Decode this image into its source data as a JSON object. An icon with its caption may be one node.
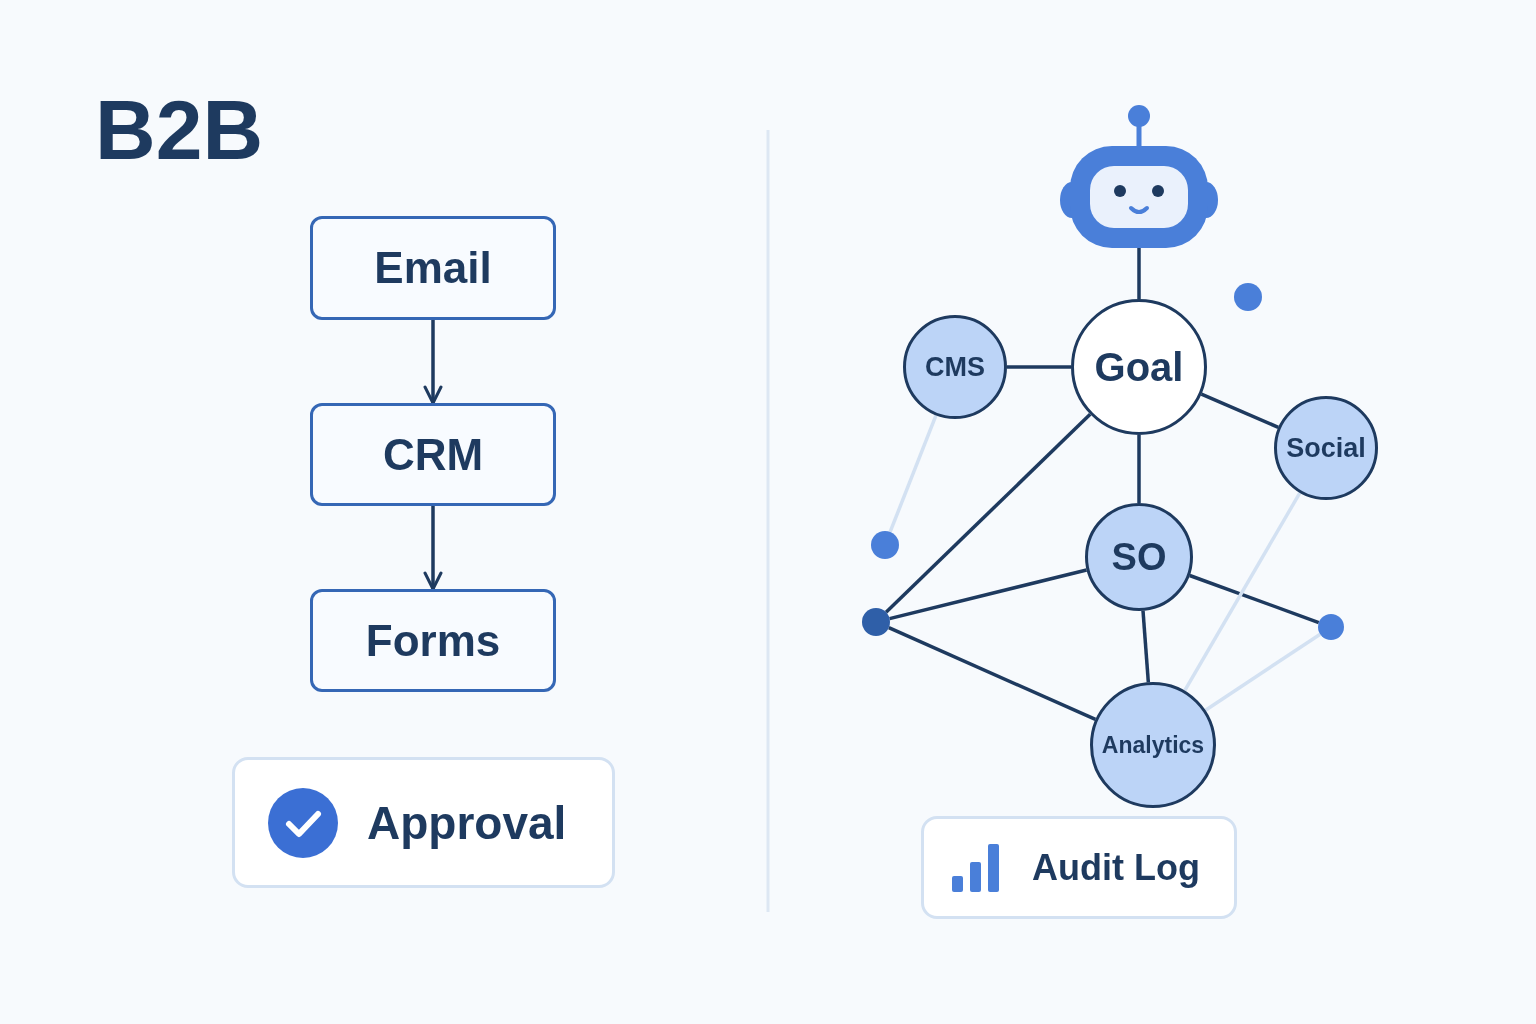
{
  "diagram": {
    "title": "B2B",
    "nodes": [
      {
        "text": [
          "Email"
        ]
      },
      {
        "text": [
          "CRM"
        ]
      },
      {
        "text": [
          "Forms"
        ]
      },
      {
        "text": [
          "Approval"
        ]
      },
      {
        "text": [],
        "shape": "picture"
      },
      {
        "text": [
          "Goal"
        ]
      },
      {
        "text": [
          "CMS"
        ]
      },
      {
        "text": [
          "Social"
        ]
      },
      {
        "text": [
          "SO"
        ]
      },
      {
        "text": [
          "Analytics"
        ]
      },
      {
        "text": [],
        "shape": "circle"
      },
      {
        "text": [],
        "shape": "circle"
      },
      {
        "text": [],
        "shape": "circle"
      },
      {
        "text": [],
        "shape": "circle"
      },
      {
        "text": [
          "Audit Log"
        ]
      }
    ],
    "edges": [
      {
        "from": 0,
        "to": 1,
        "arrow": "to"
      },
      {
        "from": 1,
        "to": 2,
        "arrow": "to"
      },
      {
        "from": 4,
        "to": 5,
        "arrow": "none"
      },
      {
        "from": 6,
        "to": 5,
        "arrow": "none"
      },
      {
        "from": 5,
        "to": 7,
        "arrow": "none"
      },
      {
        "from": 5,
        "to": 8,
        "arrow": "none"
      },
      {
        "from": 5,
        "to": 11,
        "arrow": "none"
      },
      {
        "from": 11,
        "to": 8,
        "arrow": "none"
      },
      {
        "from": 11,
        "to": 9,
        "arrow": "none"
      },
      {
        "from": 8,
        "to": 9,
        "arrow": "none"
      },
      {
        "from": 8,
        "to": 12,
        "arrow": "none"
      },
      {
        "from": 6,
        "to": 10,
        "arrow": "none",
        "color": "#d3e1f2"
      },
      {
        "from": 7,
        "to": 9,
        "arrow": "none",
        "color": "#d3e1f2"
      },
      {
        "from": 12,
        "to": 9,
        "arrow": "none",
        "color": "#d3e1f2"
      }
    ]
  }
}
